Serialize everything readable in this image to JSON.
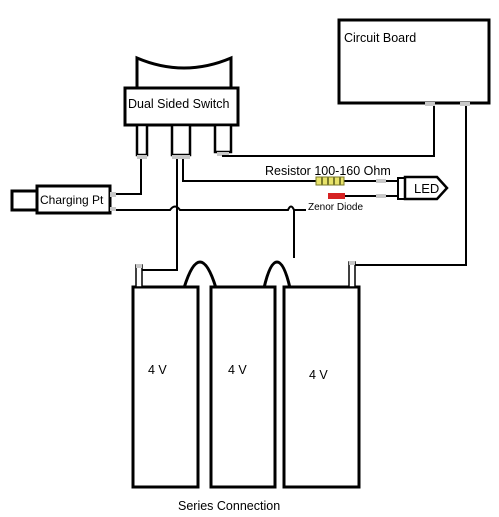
{
  "diagram": {
    "circuit_board": {
      "label": "Circuit Board"
    },
    "switch": {
      "label": "Dual Sided Switch"
    },
    "charging_port": {
      "label": "Charging Pt"
    },
    "resistor": {
      "label": "Resistor 100-160 Ohm"
    },
    "led": {
      "label": "LED"
    },
    "zener_diode": {
      "label": "Zenor Diode"
    },
    "batteries": [
      {
        "label": "4 V"
      },
      {
        "label": "4 V"
      },
      {
        "label": "4 V"
      }
    ],
    "caption": "Series Connection"
  },
  "colors": {
    "line": "#000000",
    "background": "#ffffff",
    "terminal": "#c8c8c8",
    "resistor_body": "#e8e36a",
    "resistor_band": "#7a7a2a",
    "zener_body": "#d62222"
  }
}
